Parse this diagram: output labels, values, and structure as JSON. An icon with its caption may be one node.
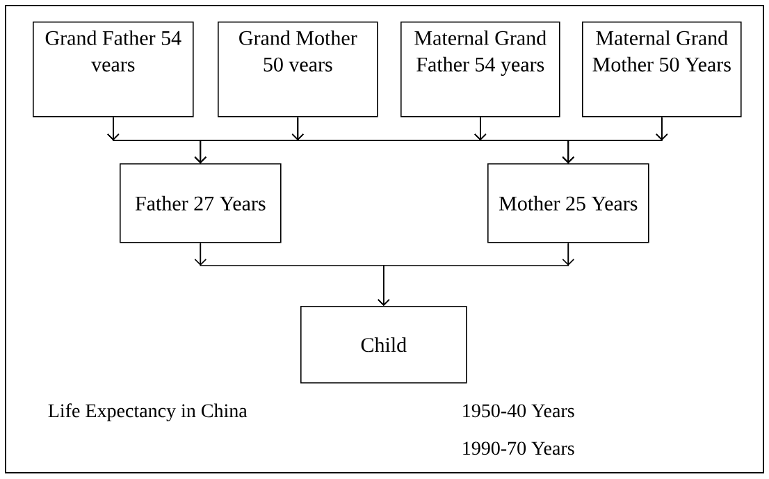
{
  "diagram": {
    "nodes": [
      {
        "text": [
          "Grand Father 54 vears"
        ]
      },
      {
        "text": [
          "Grand Mother 50 vears"
        ]
      },
      {
        "text": [
          "Maternal Grand Father 54 years"
        ]
      },
      {
        "text": [
          "Maternal Grand Mother 50 Years"
        ]
      },
      {
        "text": [
          "Father 27 Years"
        ]
      },
      {
        "text": [
          "Mother 25 Years"
        ]
      },
      {
        "text": [
          "Child"
        ]
      }
    ],
    "edges": [
      {
        "from": 0,
        "to": 4,
        "arrow": "to"
      },
      {
        "from": 0,
        "to": 5,
        "arrow": "to"
      },
      {
        "from": 1,
        "to": 4,
        "arrow": "to"
      },
      {
        "from": 1,
        "to": 5,
        "arrow": "to"
      },
      {
        "from": 2,
        "to": 4,
        "arrow": "to"
      },
      {
        "from": 2,
        "to": 5,
        "arrow": "to"
      },
      {
        "from": 3,
        "to": 4,
        "arrow": "to"
      },
      {
        "from": 3,
        "to": 5,
        "arrow": "to"
      },
      {
        "from": 4,
        "to": 6,
        "arrow": "to"
      },
      {
        "from": 5,
        "to": 6,
        "arrow": "to"
      }
    ],
    "labels": [
      "Life Expectancy in China",
      "1950-40 Years",
      "1990-70 Years"
    ]
  }
}
